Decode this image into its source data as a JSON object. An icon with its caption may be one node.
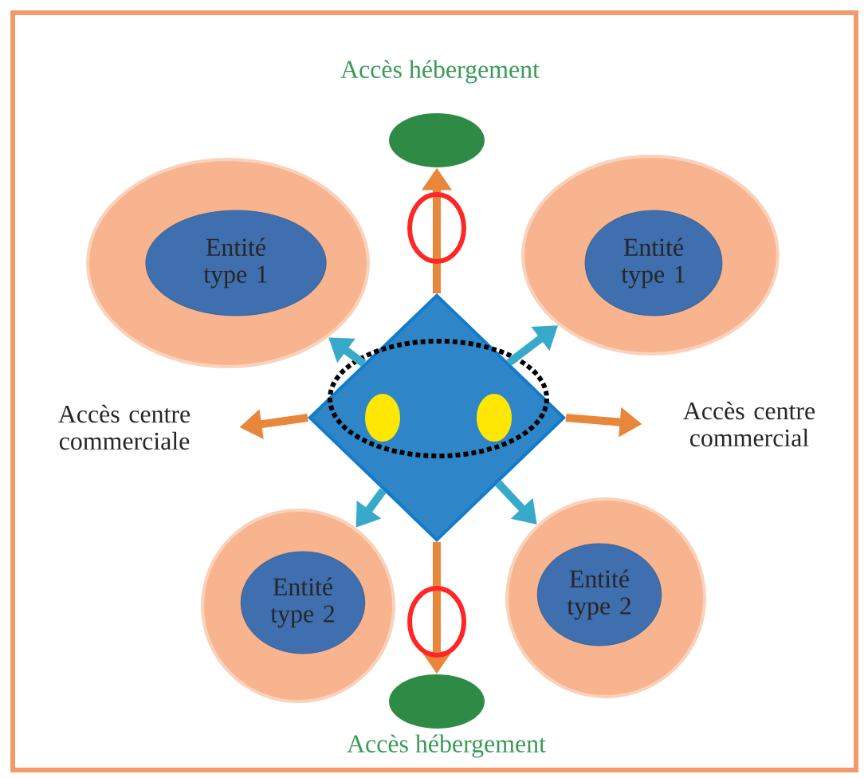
{
  "diagram": {
    "nodes": [
      {
        "text": [],
        "shape": "diamond"
      },
      {
        "text": [],
        "shape": "circle"
      },
      {
        "text": [
          "Entité type 1"
        ],
        "in": 1
      },
      {
        "text": [],
        "shape": "circle"
      },
      {
        "text": [
          "Entité type 1"
        ],
        "in": 3
      },
      {
        "text": [],
        "shape": "circle"
      },
      {
        "text": [
          "Entité type 2"
        ],
        "in": 5
      },
      {
        "text": [],
        "shape": "circle"
      },
      {
        "text": [
          "Entité type 2"
        ],
        "in": 7
      },
      {
        "text": [],
        "shape": "circle",
        "beside": [
          "Accès hébergement"
        ]
      },
      {
        "text": [],
        "shape": "circle",
        "beside": [
          "Accès hébergement"
        ]
      },
      {
        "text": [
          "Accès centre commerciale"
        ]
      },
      {
        "text": [
          "Accès centre commercial"
        ]
      }
    ],
    "edges": [
      {
        "from": 0,
        "to": 1,
        "arrow": "to",
        "color": "#39a9c9"
      },
      {
        "from": 0,
        "to": 3,
        "arrow": "to",
        "color": "#39a9c9"
      },
      {
        "from": 0,
        "to": 5,
        "arrow": "to",
        "color": "#39a9c9"
      },
      {
        "from": 0,
        "to": 7,
        "arrow": "to",
        "color": "#39a9c9"
      },
      {
        "from": 0,
        "to": 9,
        "arrow": "to",
        "color": "#e8873a"
      },
      {
        "from": 0,
        "to": 10,
        "arrow": "to",
        "color": "#e8873a"
      },
      {
        "from": 0,
        "to": 11,
        "arrow": "to",
        "color": "#e8873a"
      },
      {
        "from": 0,
        "to": 12,
        "arrow": "to",
        "color": "#e8873a"
      }
    ]
  }
}
